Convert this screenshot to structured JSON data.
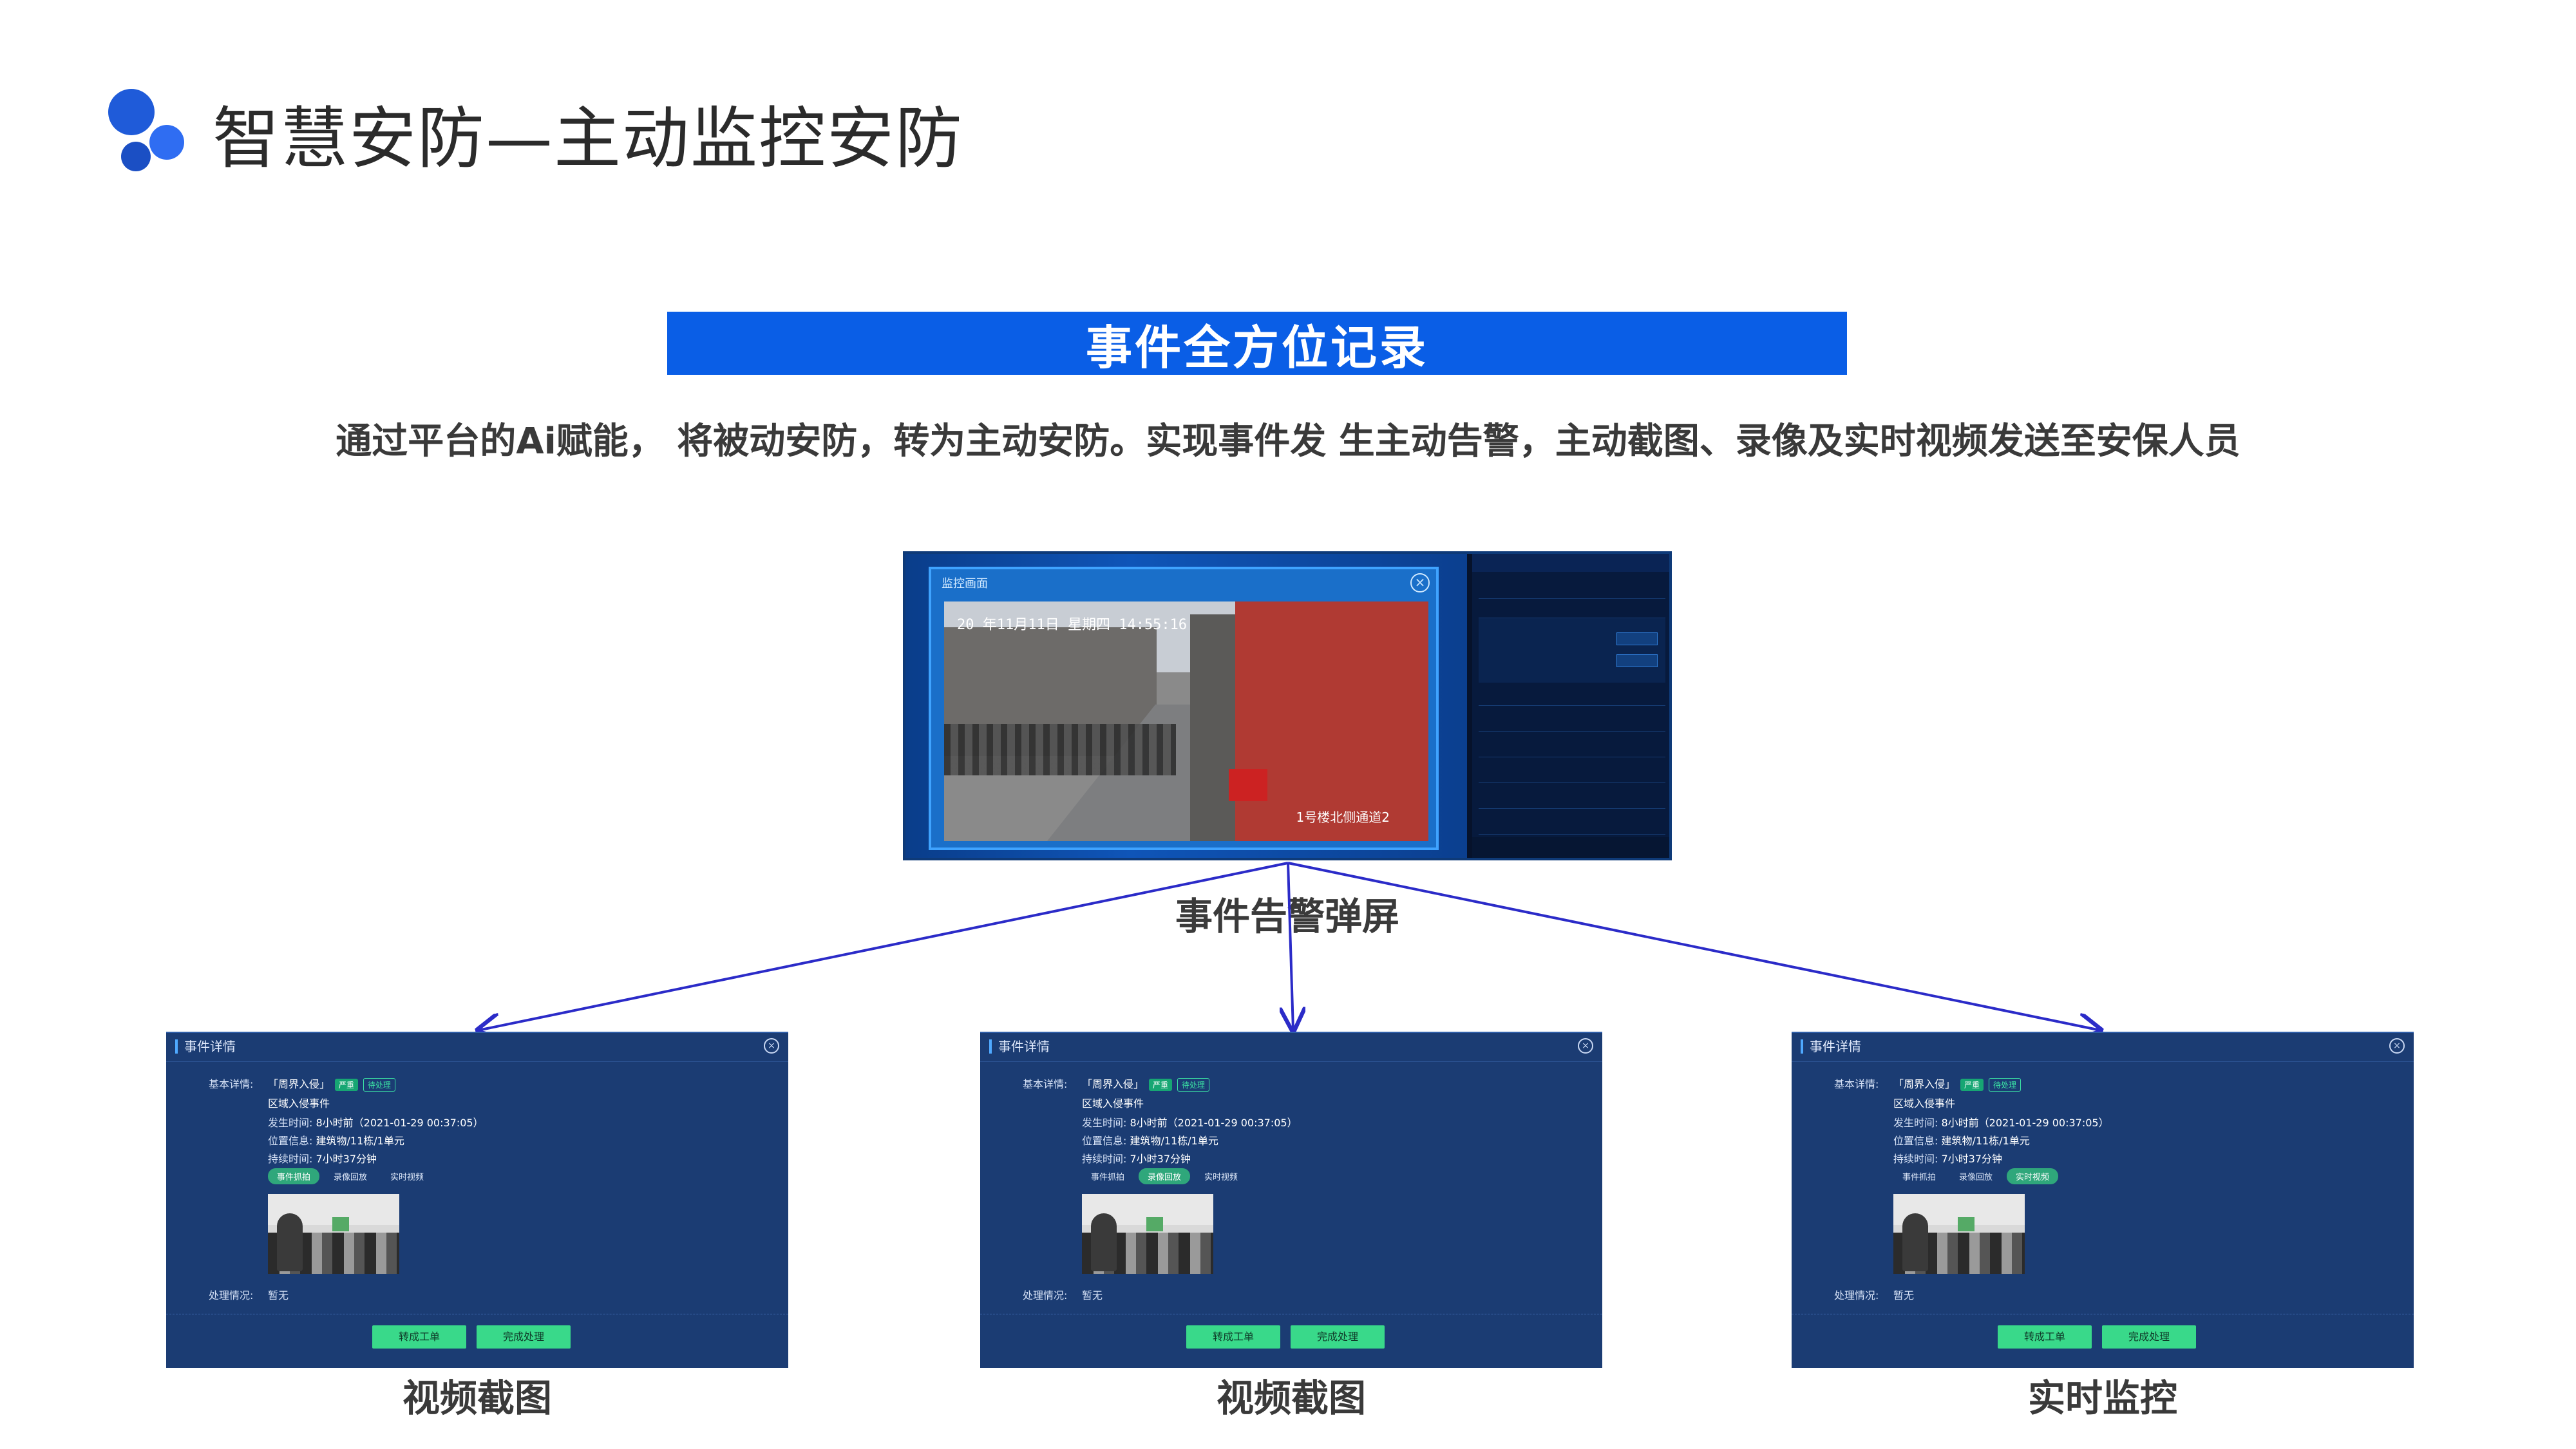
{
  "header": {
    "title": "智慧安防—主动监控安防"
  },
  "banner": {
    "text": "事件全方位记录"
  },
  "subtitle": "通过平台的Ai赋能， 将被动安防，转为主动安防。实现事件发 生主动告警，主动截图、录像及实时视频发送至安保人员",
  "popup": {
    "caption": "事件告警弹屏",
    "window_title": "监控画面",
    "camera_timestamp": "20 年11月11日 星期四 14:55:16",
    "camera_label": "1号楼北侧通道2"
  },
  "cards": [
    {
      "title": "事件详情",
      "basic_label": "基本详情:",
      "event_name": "「周界入侵」",
      "tag_level": "严重",
      "tag_status": "待处理",
      "event_type": "区域入侵事件",
      "time_label": "发生时间:",
      "time_value": "8小时前（2021-01-29 00:37:05）",
      "location_label": "位置信息:",
      "location_value": "建筑物/11栋/1单元",
      "duration_label": "持续时间:",
      "duration_value": "7小时37分钟",
      "tabs": [
        "事件抓拍",
        "录像回放",
        "实时视频"
      ],
      "active_tab": 0,
      "handle_label": "处理情况:",
      "handle_value": "暂无",
      "btn_workorder": "转成工单",
      "btn_complete": "完成处理",
      "caption": "视频截图"
    },
    {
      "title": "事件详情",
      "basic_label": "基本详情:",
      "event_name": "「周界入侵」",
      "tag_level": "严重",
      "tag_status": "待处理",
      "event_type": "区域入侵事件",
      "time_label": "发生时间:",
      "time_value": "8小时前（2021-01-29 00:37:05）",
      "location_label": "位置信息:",
      "location_value": "建筑物/11栋/1单元",
      "duration_label": "持续时间:",
      "duration_value": "7小时37分钟",
      "tabs": [
        "事件抓拍",
        "录像回放",
        "实时视频"
      ],
      "active_tab": 1,
      "handle_label": "处理情况:",
      "handle_value": "暂无",
      "btn_workorder": "转成工单",
      "btn_complete": "完成处理",
      "caption": "视频截图"
    },
    {
      "title": "事件详情",
      "basic_label": "基本详情:",
      "event_name": "「周界入侵」",
      "tag_level": "严重",
      "tag_status": "待处理",
      "event_type": "区域入侵事件",
      "time_label": "发生时间:",
      "time_value": "8小时前（2021-01-29 00:37:05）",
      "location_label": "位置信息:",
      "location_value": "建筑物/11栋/1单元",
      "duration_label": "持续时间:",
      "duration_value": "7小时37分钟",
      "tabs": [
        "事件抓拍",
        "录像回放",
        "实时视频"
      ],
      "active_tab": 2,
      "handle_label": "处理情况:",
      "handle_value": "暂无",
      "btn_workorder": "转成工单",
      "btn_complete": "完成处理",
      "caption": "实时监控"
    }
  ],
  "colors": {
    "brand_blue": "#0a5ee6",
    "card_bg": "#1b3c73",
    "action_green": "#39d98a",
    "arrow": "#2b2bc8"
  }
}
